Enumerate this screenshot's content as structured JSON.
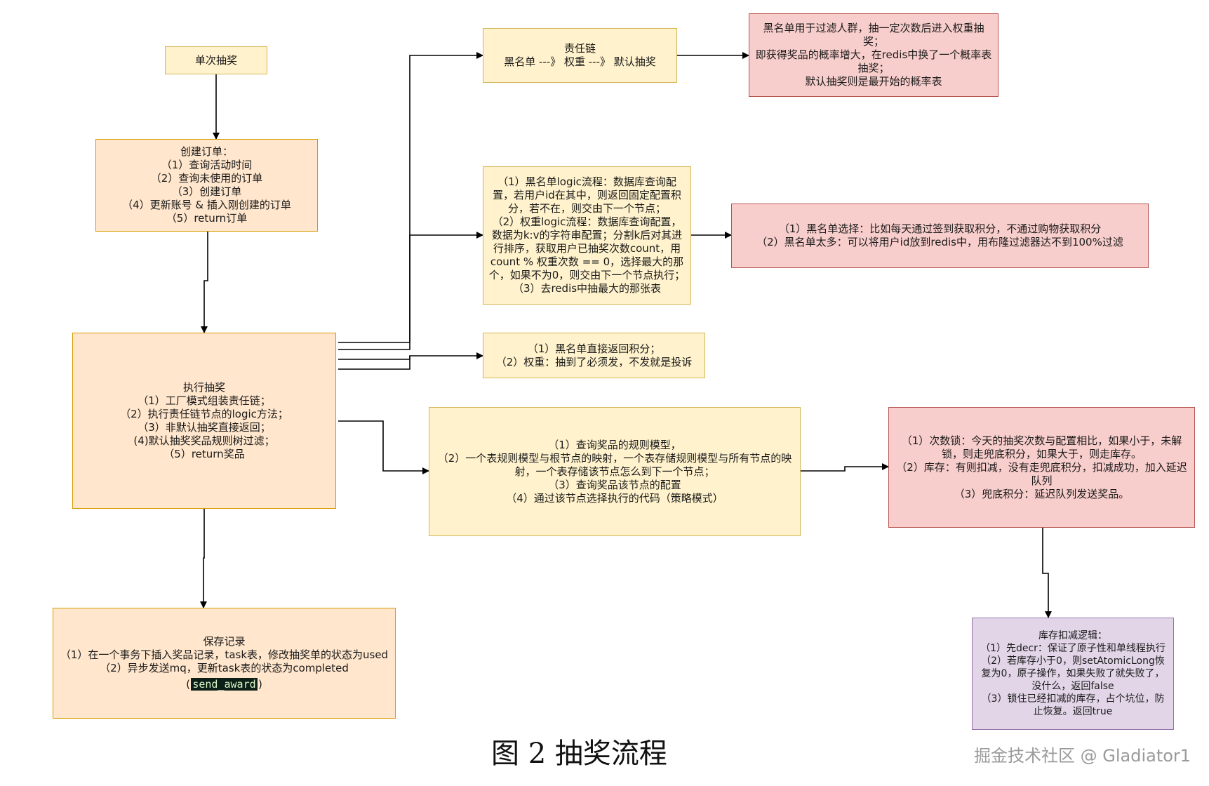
{
  "nodes": {
    "single_draw": {
      "lines": [
        "单次抽奖"
      ]
    },
    "create_order": {
      "lines": [
        "创建订单：",
        "（1）查询活动时间",
        "（2）查询未使用的订单",
        "（3）创建订单",
        "（4）更新账号 & 插入刚创建的订单",
        "（5）return订单"
      ]
    },
    "execute_draw": {
      "lines": [
        "执行抽奖",
        "（1）工厂模式组装责任链；",
        "（2）执行责任链节点的logic方法；",
        "（3）非默认抽奖直接返回；",
        "(4)默认抽奖奖品规则树过滤；",
        "（5）return奖品"
      ]
    },
    "save_record": {
      "lines": [
        "保存记录",
        "（1）在一个事务下插入奖品记录，task表，修改抽奖单的状态为used",
        "（2）异步发送mq，更新task表的状态为completed"
      ],
      "code_prefix": "(",
      "code": "send_award",
      "code_suffix": ")"
    },
    "chain": {
      "lines": [
        "责任链",
        "黑名单 ---》 权重 ---》 默认抽奖"
      ]
    },
    "chain_note": {
      "lines": [
        "黑名单用于过滤人群，抽一定次数后进入权重抽奖；",
        "即获得奖品的概率增大，在redis中换了一个概率表抽奖；",
        "默认抽奖则是最开始的概率表"
      ]
    },
    "logic_flow": {
      "lines": [
        "（1）黑名单logic流程：数据库查询配置，若用户id在其中，则返回固定配置积分，若不在，则交由下一个节点；",
        "（2）权重logic流程：数据库查询配置，数据为k:v的字符串配置；分割k后对其进行排序，获取用户已抽奖次数count，用count % 权重次数 == 0，选择最大的那个，如果不为0，则交由下一个节点执行；",
        "（3）去redis中抽最大的那张表"
      ]
    },
    "blacklist_note": {
      "lines": [
        "（1）黑名单选择：比如每天通过签到获取积分，不通过购物获取积分",
        "（2）黑名单太多：可以将用户id放到redis中，用布隆过滤器达不到100%过滤"
      ]
    },
    "return_note": {
      "lines": [
        "（1）黑名单直接返回积分；",
        "（2）权重：抽到了必须发，不发就是投诉"
      ]
    },
    "rule_model": {
      "lines": [
        "（1）查询奖品的规则模型，",
        "（2）一个表规则模型与根节点的映射，一个表存储规则模型与所有节点的映射，一个表存储该节点怎么到下一个节点；",
        "（3）查询奖品该节点的配置",
        "（4）通过该节点选择执行的代码（策略模式）"
      ]
    },
    "lock_stock": {
      "lines": [
        "（1）次数锁：今天的抽奖次数与配置相比，如果小于，未解锁，则走兜底积分，如果大于，则走库存。",
        "（2）库存：有则扣减，没有走兜底积分，扣减成功，加入延迟队列",
        "（3）兜底积分：延迟队列发送奖品。"
      ]
    },
    "stock_deduct": {
      "lines": [
        "库存扣减逻辑：",
        "（1）先decr：保证了原子性和单线程执行",
        "（2）若库存小于0，则setAtomicLong恢复为0，原子操作，如果失败了就失败了，没什么，返回false",
        "（3）锁住已经扣减的库存，占个坑位，防止恢复。返回true"
      ]
    }
  },
  "caption": "图 2  抽奖流程",
  "watermark": "掘金技术社区 @ Gladiator1",
  "colors": {
    "yellow_fill": "#fff2cc",
    "yellow_stroke": "#d6b656",
    "orange_fill": "#ffe6cc",
    "orange_stroke": "#d79b00",
    "red_fill": "#f8cecc",
    "red_stroke": "#b85450",
    "purple_fill": "#e1d5e7",
    "purple_stroke": "#9673a6",
    "arrow": "#000000"
  }
}
